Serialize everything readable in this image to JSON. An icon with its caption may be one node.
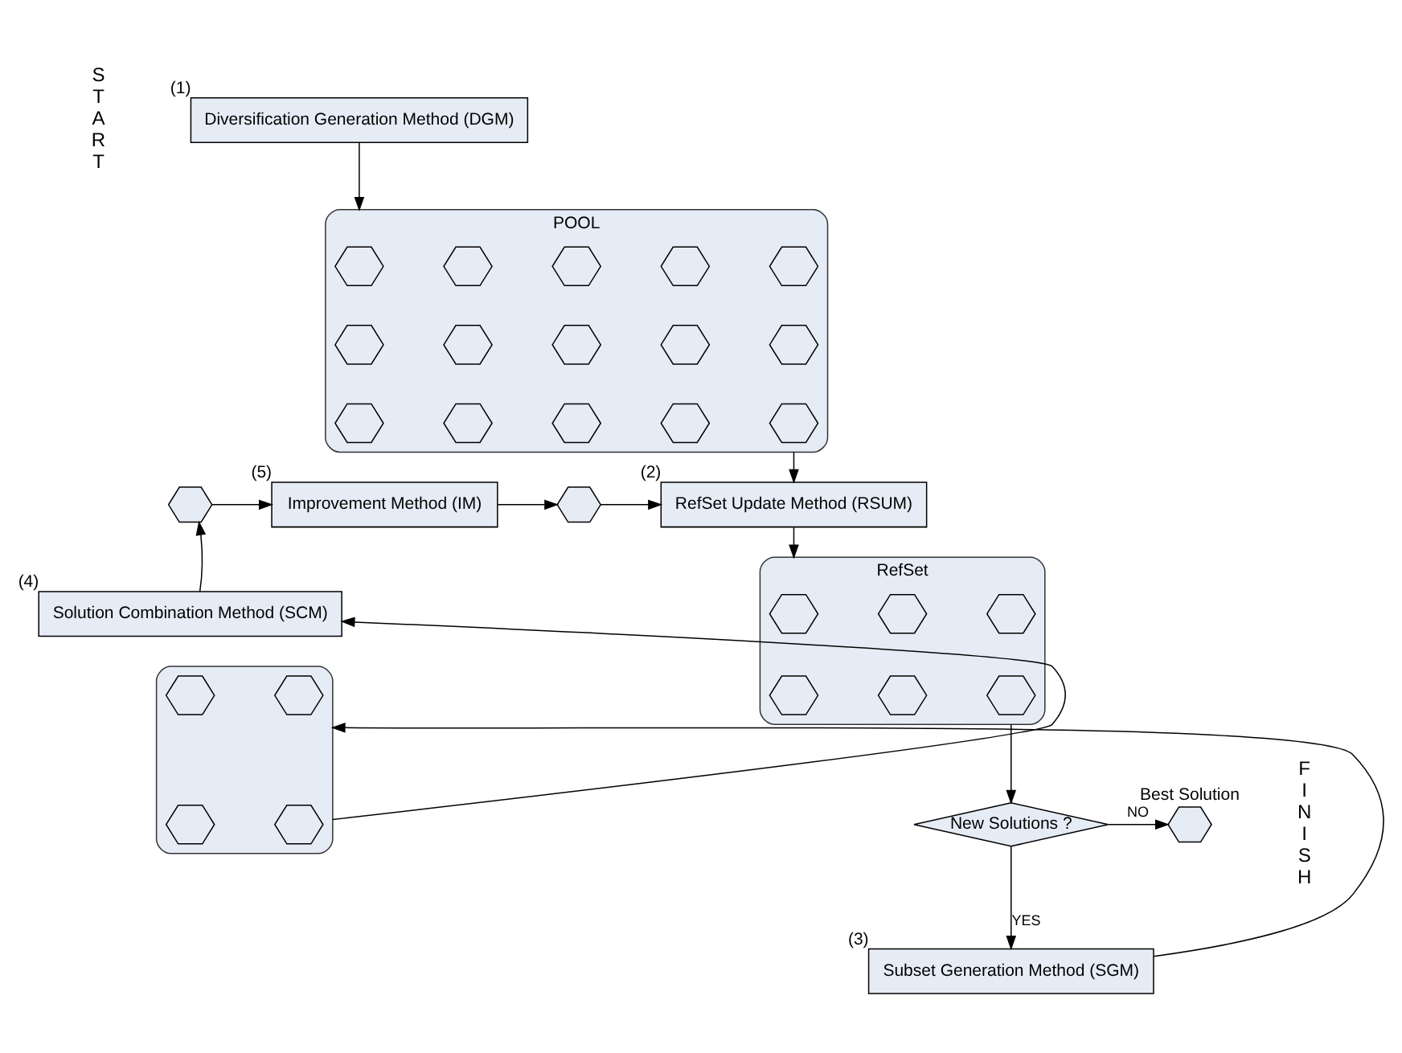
{
  "diagram": {
    "nodes": [
      {
        "text": [
          "Diversification Generation Method (DGM)"
        ],
        "beside": [
          "(1)"
        ]
      },
      {
        "text": [
          "POOL"
        ]
      },
      {
        "text": [],
        "shape": "hexagon",
        "in": 1
      },
      {
        "text": [],
        "shape": "hexagon",
        "in": 1
      },
      {
        "text": [],
        "shape": "hexagon",
        "in": 1
      },
      {
        "text": [],
        "shape": "hexagon",
        "in": 1
      },
      {
        "text": [],
        "shape": "hexagon",
        "in": 1
      },
      {
        "text": [],
        "shape": "hexagon",
        "in": 1
      },
      {
        "text": [],
        "shape": "hexagon",
        "in": 1
      },
      {
        "text": [],
        "shape": "hexagon",
        "in": 1
      },
      {
        "text": [],
        "shape": "hexagon",
        "in": 1
      },
      {
        "text": [],
        "shape": "hexagon",
        "in": 1
      },
      {
        "text": [],
        "shape": "hexagon",
        "in": 1
      },
      {
        "text": [],
        "shape": "hexagon",
        "in": 1
      },
      {
        "text": [],
        "shape": "hexagon",
        "in": 1
      },
      {
        "text": [],
        "shape": "hexagon",
        "in": 1
      },
      {
        "text": [],
        "shape": "hexagon",
        "in": 1
      },
      {
        "text": [],
        "shape": "hexagon"
      },
      {
        "text": [
          "Improvement Method (IM)"
        ],
        "beside": [
          "(5)"
        ]
      },
      {
        "text": [],
        "shape": "hexagon"
      },
      {
        "text": [
          "RefSet Update Method (RSUM)"
        ],
        "beside": [
          "(2)"
        ]
      },
      {
        "text": [
          "Solution Combination Method (SCM)"
        ],
        "beside": [
          "(4)"
        ]
      },
      {
        "text": [
          "RefSet"
        ]
      },
      {
        "text": [],
        "shape": "hexagon",
        "in": 22
      },
      {
        "text": [],
        "shape": "hexagon",
        "in": 22
      },
      {
        "text": [],
        "shape": "hexagon",
        "in": 22
      },
      {
        "text": [],
        "shape": "hexagon",
        "in": 22
      },
      {
        "text": [],
        "shape": "hexagon",
        "in": 22
      },
      {
        "text": [],
        "shape": "hexagon",
        "in": 22
      },
      {
        "text": [
          "New Solutions ?"
        ]
      },
      {
        "text": [],
        "shape": "hexagon",
        "beside": [
          "Best Solution"
        ]
      },
      {
        "text": [],
        "shape": "box"
      },
      {
        "text": [],
        "shape": "hexagon",
        "in": 31
      },
      {
        "text": [],
        "shape": "hexagon",
        "in": 31
      },
      {
        "text": [],
        "shape": "hexagon",
        "in": 31
      },
      {
        "text": [],
        "shape": "hexagon",
        "in": 31
      },
      {
        "text": [
          "Subset Generation Method (SGM)"
        ],
        "beside": [
          "(3)"
        ]
      }
    ],
    "edges": [
      {
        "from": 0,
        "to": 1,
        "arrow": "to"
      },
      {
        "from": 1,
        "to": 20,
        "arrow": "to"
      },
      {
        "from": 20,
        "to": 22,
        "arrow": "to"
      },
      {
        "from": 22,
        "to": 29,
        "arrow": "to"
      },
      {
        "from": 29,
        "to": 36,
        "arrow": "to",
        "label": "YES"
      },
      {
        "from": 29,
        "to": 30,
        "arrow": "to",
        "label": "NO"
      },
      {
        "from": 36,
        "to": 31,
        "arrow": "to"
      },
      {
        "from": 31,
        "to": 21,
        "arrow": "to"
      },
      {
        "from": 21,
        "to": 17,
        "arrow": "to"
      },
      {
        "from": 17,
        "to": 18,
        "arrow": "to"
      },
      {
        "from": 18,
        "to": 19,
        "arrow": "to"
      },
      {
        "from": 19,
        "to": 20,
        "arrow": "to"
      }
    ],
    "labels": [
      "START",
      "FINISH"
    ]
  }
}
